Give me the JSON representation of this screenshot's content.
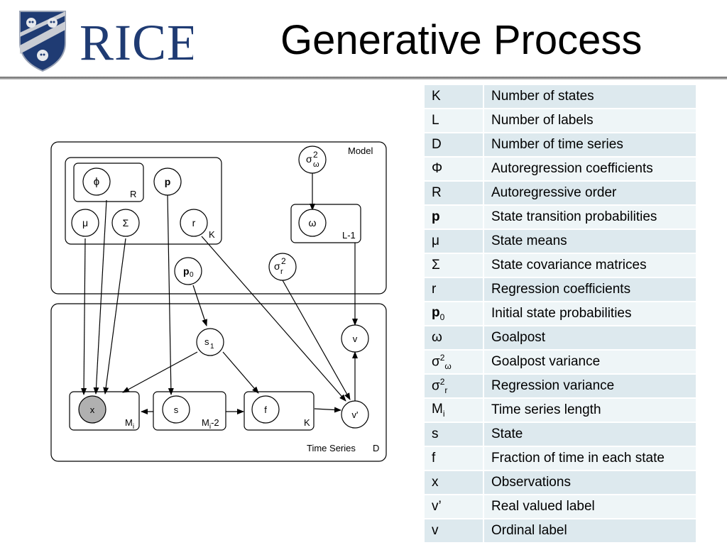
{
  "header": {
    "logo_text": "RICE",
    "title": "Generative Process"
  },
  "colors": {
    "brand_blue": "#1f3b73",
    "table_row_dark": "#dde9ee",
    "table_row_light": "#eef5f7",
    "observed_node_fill": "#b0b0b0"
  },
  "diagram": {
    "plates": {
      "model": "Model",
      "r_plate": "R",
      "k_plate": "K",
      "l_plate": "L-1",
      "time_series": "Time Series",
      "d_plate": "D",
      "x_plate": "M",
      "x_plate_sub": "i",
      "s_plate": "M",
      "s_plate_sub": "i",
      "s_plate_suffix": "-2",
      "f_plate": "K"
    },
    "nodes": {
      "phi": "ϕ",
      "p": "p",
      "mu": "μ",
      "sigma": "Σ",
      "r": "r",
      "sigma_omega": "σ",
      "sigma_omega_sup": "2",
      "sigma_omega_sub": "ω",
      "omega": "ω",
      "p0": "p",
      "p0_sub": "0",
      "sigma_r": "σ",
      "sigma_r_sup": "2",
      "sigma_r_sub": "r",
      "s1": "s",
      "s1_sub": "1",
      "v": "v",
      "x": "x",
      "s": "s",
      "f": "f",
      "vprime": "v'"
    }
  },
  "legend": {
    "rows": [
      {
        "symbol": "K",
        "description": "Number of states"
      },
      {
        "symbol": "L",
        "description": "Number of labels"
      },
      {
        "symbol": "D",
        "description": "Number of time series"
      },
      {
        "symbol": "Φ",
        "description": "Autoregression coefficients"
      },
      {
        "symbol": "R",
        "description": "Autoregressive order"
      },
      {
        "symbol": "p",
        "description": "State transition probabilities"
      },
      {
        "symbol": "μ",
        "description": "State means"
      },
      {
        "symbol": "Σ",
        "description": "State covariance matrices"
      },
      {
        "symbol": "r",
        "description": "Regression coefficients"
      },
      {
        "symbol": "p",
        "symbol_sub": "0",
        "description": "Initial state probabilities"
      },
      {
        "symbol": "ω",
        "description": "Goalpost"
      },
      {
        "symbol": "σ",
        "symbol_sup": "2",
        "symbol_sub": "ω",
        "description": "Goalpost variance"
      },
      {
        "symbol": "σ",
        "symbol_sup": "2",
        "symbol_sub": "r",
        "description": "Regression variance"
      },
      {
        "symbol": "M",
        "symbol_sub": "i",
        "description": "Time series length"
      },
      {
        "symbol": "s",
        "description": "State"
      },
      {
        "symbol": "f",
        "description": "Fraction of time in each state"
      },
      {
        "symbol": "x",
        "description": "Observations"
      },
      {
        "symbol": "v’",
        "description": "Real valued label"
      },
      {
        "symbol": "v",
        "description": "Ordinal label"
      }
    ]
  }
}
